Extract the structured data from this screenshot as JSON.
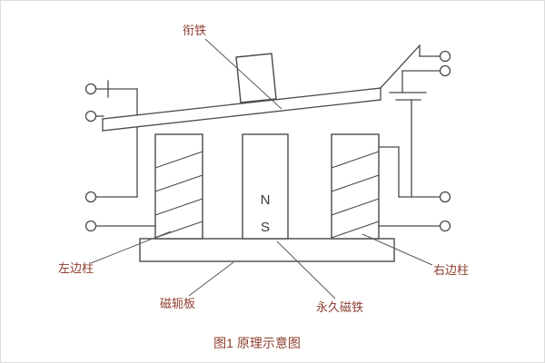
{
  "diagram": {
    "caption": "图1 原理示意图",
    "labels": {
      "armature": "衔铁",
      "left_column": "左边柱",
      "yoke_plate": "磁轭板",
      "permanent_magnet": "永久磁铁",
      "right_column": "右边柱"
    },
    "magnet_poles": {
      "north": "N",
      "south": "S"
    },
    "colors": {
      "line": "#4a4a4a",
      "label_text": "#8d3f2f",
      "pole_text": "#3a3a3a",
      "background": "#ffffff"
    }
  }
}
